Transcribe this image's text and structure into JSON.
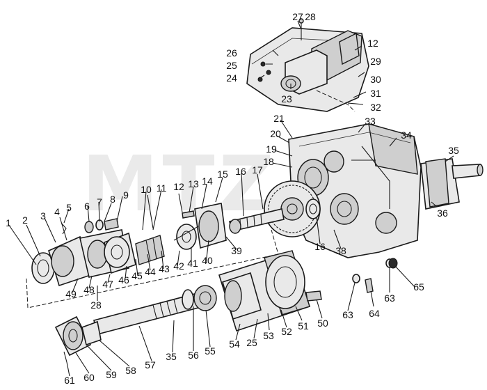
{
  "watermark": "MTZ",
  "labels": [
    {
      "id": "27",
      "text": "27"
    },
    {
      "id": "28a",
      "text": "28"
    },
    {
      "id": "12a",
      "text": "12"
    },
    {
      "id": "26",
      "text": "26"
    },
    {
      "id": "29",
      "text": "29"
    },
    {
      "id": "25a",
      "text": "25"
    },
    {
      "id": "24",
      "text": "24"
    },
    {
      "id": "30",
      "text": "30"
    },
    {
      "id": "23",
      "text": "23"
    },
    {
      "id": "31",
      "text": "31"
    },
    {
      "id": "32",
      "text": "32"
    },
    {
      "id": "21",
      "text": "21"
    },
    {
      "id": "33",
      "text": "33"
    },
    {
      "id": "20",
      "text": "20"
    },
    {
      "id": "34",
      "text": "34"
    },
    {
      "id": "19",
      "text": "19"
    },
    {
      "id": "35a",
      "text": "35"
    },
    {
      "id": "18",
      "text": "18"
    },
    {
      "id": "17",
      "text": "17"
    },
    {
      "id": "16a",
      "text": "16"
    },
    {
      "id": "15",
      "text": "15"
    },
    {
      "id": "14",
      "text": "14"
    },
    {
      "id": "13",
      "text": "13"
    },
    {
      "id": "12b",
      "text": "12"
    },
    {
      "id": "11",
      "text": "11"
    },
    {
      "id": "10",
      "text": "10"
    },
    {
      "id": "9",
      "text": "9"
    },
    {
      "id": "8",
      "text": "8"
    },
    {
      "id": "7",
      "text": "7"
    },
    {
      "id": "6",
      "text": "6"
    },
    {
      "id": "5",
      "text": "5"
    },
    {
      "id": "4",
      "text": "4"
    },
    {
      "id": "3",
      "text": "3"
    },
    {
      "id": "2",
      "text": "2"
    },
    {
      "id": "1",
      "text": "1"
    },
    {
      "id": "36",
      "text": "36"
    },
    {
      "id": "16b",
      "text": "16"
    },
    {
      "id": "38",
      "text": "38"
    },
    {
      "id": "39",
      "text": "39"
    },
    {
      "id": "40",
      "text": "40"
    },
    {
      "id": "41",
      "text": "41"
    },
    {
      "id": "42",
      "text": "42"
    },
    {
      "id": "43",
      "text": "43"
    },
    {
      "id": "44",
      "text": "44"
    },
    {
      "id": "45",
      "text": "45"
    },
    {
      "id": "46",
      "text": "46"
    },
    {
      "id": "47",
      "text": "47"
    },
    {
      "id": "48",
      "text": "48"
    },
    {
      "id": "49",
      "text": "49"
    },
    {
      "id": "28b",
      "text": "28"
    },
    {
      "id": "65",
      "text": "65"
    },
    {
      "id": "63a",
      "text": "63"
    },
    {
      "id": "64",
      "text": "64"
    },
    {
      "id": "63b",
      "text": "63"
    },
    {
      "id": "50",
      "text": "50"
    },
    {
      "id": "51",
      "text": "51"
    },
    {
      "id": "52",
      "text": "52"
    },
    {
      "id": "53",
      "text": "53"
    },
    {
      "id": "25b",
      "text": "25"
    },
    {
      "id": "54",
      "text": "54"
    },
    {
      "id": "35b",
      "text": "35"
    },
    {
      "id": "56",
      "text": "56"
    },
    {
      "id": "55",
      "text": "55"
    },
    {
      "id": "57",
      "text": "57"
    },
    {
      "id": "58",
      "text": "58"
    },
    {
      "id": "59",
      "text": "59"
    },
    {
      "id": "60",
      "text": "60"
    },
    {
      "id": "61",
      "text": "61"
    }
  ]
}
